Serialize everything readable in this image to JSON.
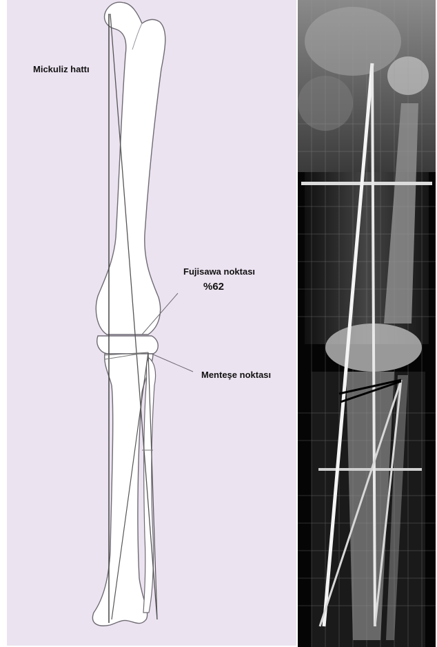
{
  "labels": {
    "mikulicz_line": "Mickuliz hattı",
    "fujisawa_point": "Fujisawa noktası",
    "fujisawa_percent": "%62",
    "hinge_point": "Menteşe noktası"
  },
  "colors": {
    "diagram_background": "#ece3f1",
    "bone_fill": "#ffffff",
    "bone_outline": "#6e6a72",
    "xray_background": "#050505",
    "xray_bone": "#bdbdbd",
    "xray_line": "#f4f4f4"
  }
}
